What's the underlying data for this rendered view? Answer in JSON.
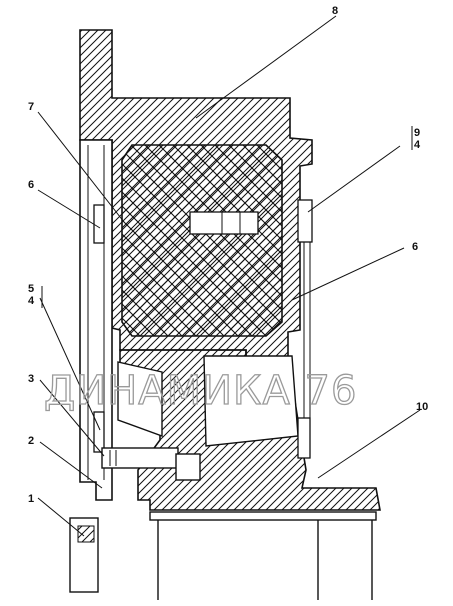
{
  "callouts": {
    "c1": "1",
    "c2": "2",
    "c3": "3",
    "c5": "5",
    "c4a": "4",
    "c6a": "6",
    "c6b": "6",
    "c7": "7",
    "c8": "8",
    "c9": "9",
    "c4b": "4",
    "c10": "10"
  },
  "watermark": "ДИНАМИКА 76"
}
